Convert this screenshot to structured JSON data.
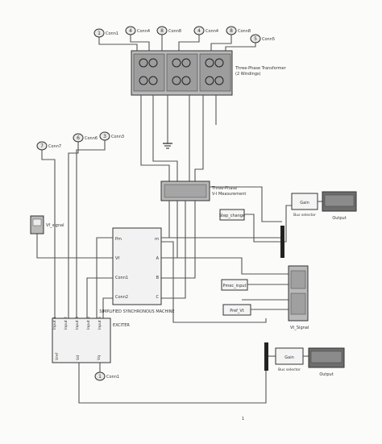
{
  "top_inputs": [
    {
      "num": "1",
      "label": "Conn1"
    },
    {
      "num": "4",
      "label": "Conn4"
    },
    {
      "num": "8",
      "label": "Conn8"
    },
    {
      "num": "4",
      "label": "Conn4"
    },
    {
      "num": "8",
      "label": "Conn8"
    },
    {
      "num": "5",
      "label": "Conn5"
    }
  ],
  "left_inputs": [
    {
      "num": "7",
      "label": "Conn7"
    },
    {
      "num": "6",
      "label": "Conn6"
    },
    {
      "num": "3",
      "label": "Conn3"
    }
  ],
  "bottom_input": {
    "num": "1",
    "label": "Conn1"
  },
  "blocks": {
    "transformer": {
      "caption_line1": "Three-Phase Transformer",
      "caption_line2": "(2 Windings)"
    },
    "mid_block": {
      "caption_line1": "Three-Phase",
      "caption_line2": "V-I Measurement"
    },
    "left_scope": {
      "label": "Vf_signal"
    },
    "generator": {
      "caption": "SIMPLIFIED SYNCHRONOUS MACHINE",
      "left_ports": [
        "Pm",
        "Vf",
        "Conn1",
        "Conn2"
      ],
      "right_ports": [
        "m",
        "A",
        "B",
        "C"
      ]
    },
    "exciter": {
      "caption": "EXCITER",
      "top_ports": [
        "Input 1",
        "Input 2",
        "Input 3",
        "Input 4",
        "Input 5"
      ],
      "bottom_ports": [
        "Vref",
        "Vd",
        "Vq"
      ]
    },
    "const_a": {
      "label": "Step_change"
    },
    "const_b": {
      "label": "Pmec_input"
    },
    "const_c": {
      "label": "Pref_Vt"
    },
    "mux_scope": {
      "label": "Vt_Signal"
    },
    "display_top": {
      "label": "Output"
    },
    "display_bottom": {
      "label": "Output"
    },
    "selector_top": {
      "label": "Gain",
      "caption": "Bus selector"
    },
    "selector_bottom": {
      "label": "Gain",
      "caption": "Bus selector"
    }
  },
  "footer_mark": "1"
}
